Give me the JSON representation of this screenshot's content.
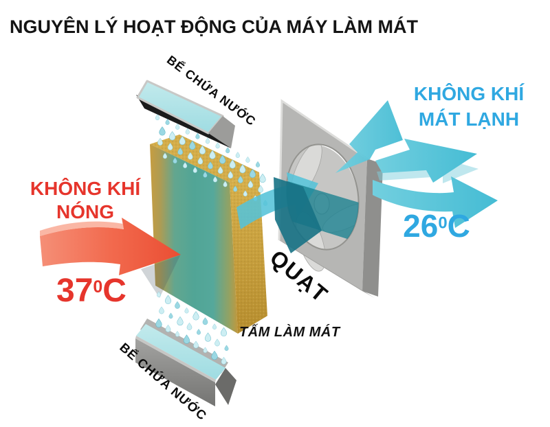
{
  "title": "NGUYÊN LÝ HOẠT ĐỘNG CỦA MÁY LÀM MÁT",
  "labels": {
    "top_tank": "BỂ CHỨA NƯỚC",
    "bottom_tank": "BỂ CHỨA NƯỚC",
    "fan": "QUẠT",
    "pad": "TẤM LÀM MÁT",
    "hot_air_line1": "KHÔNG KHÍ",
    "hot_air_line2": "NÓNG",
    "cold_air_line1": "KHÔNG KHÍ",
    "cold_air_line2": "MÁT LẠNH"
  },
  "temperatures": {
    "hot": {
      "value": "37",
      "superscript": "0",
      "unit": "C"
    },
    "cold": {
      "value": "26",
      "superscript": "0",
      "unit": "C"
    }
  },
  "icons": {
    "water_droplet": "teardrop-shape",
    "fan": "square-frame-with-blades",
    "hot_air_arrow": "thick-right-arrow",
    "cold_air_arrow": "thick-right-arrow"
  },
  "colors": {
    "title_text": "#141414",
    "hot_text": "#e6352c",
    "hot_arrow": "#f26a4e",
    "cold_text": "#2fa8e1",
    "cold_arrow": "#55c3d8",
    "cold_arrow_dark": "#177285",
    "pad_gold": "#c69d40",
    "pad_teal": "#51a596",
    "water": "#a9dfe4",
    "metal_gray": "#b6b6b4",
    "tank_shadow": "#1b1b1b"
  }
}
